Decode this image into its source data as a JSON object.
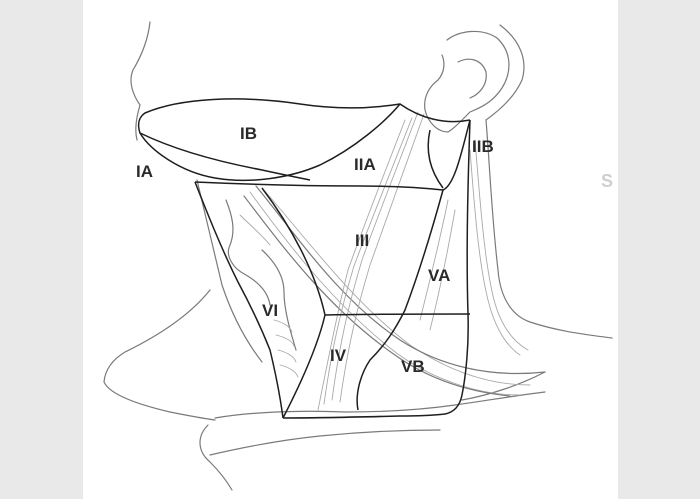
{
  "levels": {
    "ia": "IA",
    "ib": "IB",
    "iia": "IIA",
    "iib": "IIB",
    "iii": "III",
    "iv": "IV",
    "va": "VA",
    "vb": "VB",
    "vi": "VI"
  },
  "watermark": "S",
  "colors": {
    "background": "#e9e9e9",
    "panel": "#ffffff",
    "region_line": "#1e1e1e",
    "anatomy_line": "#7a7a7a"
  }
}
